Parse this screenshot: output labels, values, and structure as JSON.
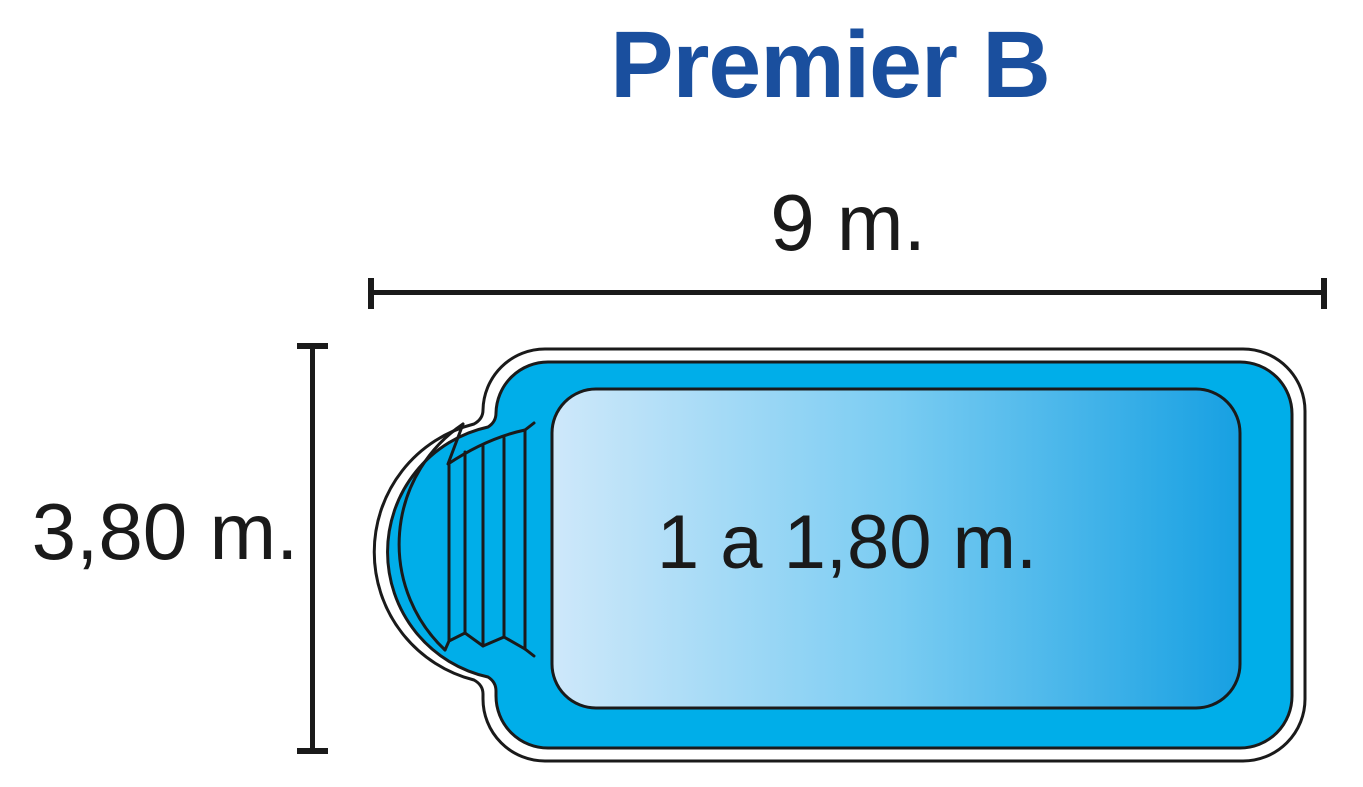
{
  "title": "Premier B",
  "dimensions": {
    "width": {
      "label": "9 m."
    },
    "height": {
      "label": "3,80 m."
    },
    "depth": {
      "label": "1 a 1,80 m."
    }
  },
  "figure": {
    "type": "pool-top-view",
    "features": [
      "roman-end-steps",
      "gradient-depth-basin",
      "white-coping-border"
    ]
  },
  "colors": {
    "background": "#ffffff",
    "title_blue": "#1a4f9e",
    "text_dark": "#1a1a1a",
    "outline": "#1a1a1a",
    "pool_body_cyan": "#00aee9",
    "basin_gradient_left": "#cee8fa",
    "basin_gradient_mid": "#7accf2",
    "basin_gradient_right": "#17a0e2"
  }
}
